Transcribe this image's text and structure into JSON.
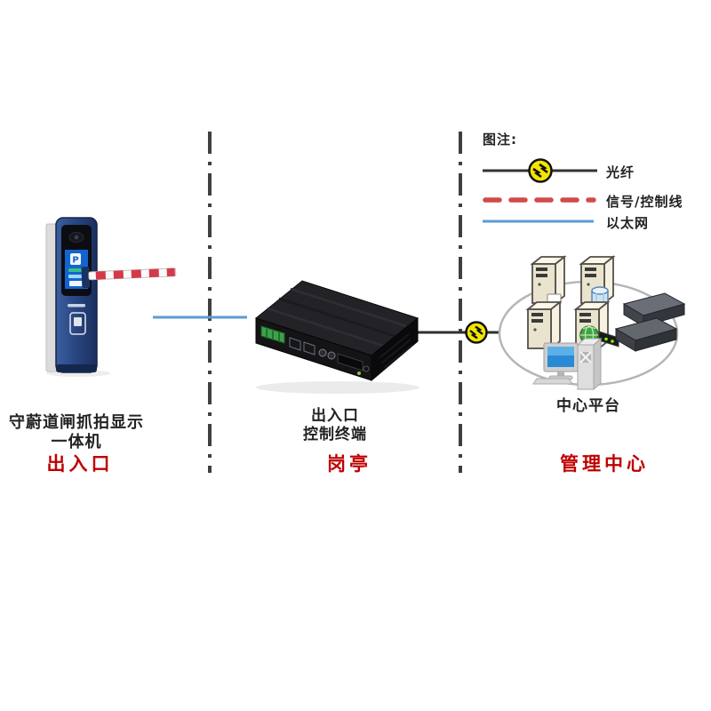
{
  "legend": {
    "title": "图注:",
    "items": [
      {
        "name": "fiber",
        "label": "光纤",
        "line_color": "#333333",
        "style": "solid-with-bolt-node",
        "node_color": "#f2e500"
      },
      {
        "name": "signal",
        "label": "信号/控制线",
        "line_color": "#d24a4a",
        "style": "dashed"
      },
      {
        "name": "ethernet",
        "label": "以太网",
        "line_color": "#5b9bd5",
        "style": "solid"
      }
    ]
  },
  "zones": {
    "entrance": {
      "device_label_line1": "守蔚道闸抓拍显示",
      "device_label_line2": "一体机",
      "zone_label": "出入口"
    },
    "booth": {
      "device_label_line1": "出入口",
      "device_label_line2": "控制终端",
      "zone_label": "岗亭"
    },
    "management": {
      "platform_label": "中心平台",
      "zone_label": "管理中心"
    }
  },
  "devices": {
    "gate_screen_text": "P"
  },
  "connections": [
    {
      "from": "gate-camera-unit",
      "to": "access-control-terminal",
      "type": "ethernet",
      "color": "#5b9bd5"
    },
    {
      "from": "access-control-terminal",
      "to": "center-platform",
      "type": "fiber",
      "color": "#333333"
    }
  ],
  "colors": {
    "zone_label_red": "#c00000",
    "divider_gray": "#3f3f3f",
    "ethernet_blue": "#5b9bd5",
    "signal_red": "#d24a4a",
    "fiber_black": "#333333",
    "bolt_yellow": "#f2e500",
    "server_beige": "#eae3cd",
    "gate_body_blue": "#2a4784"
  }
}
